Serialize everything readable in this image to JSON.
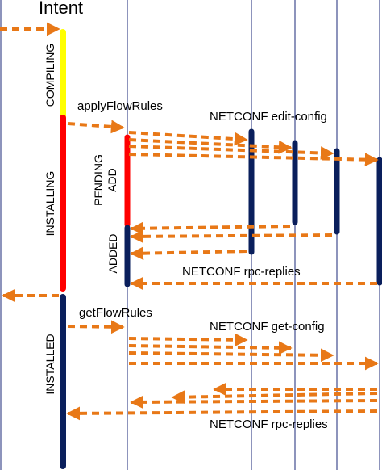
{
  "title": "Intent",
  "colors": {
    "lifeline": "#1b2a7a",
    "bar_navy": "#0a1f5c",
    "compiling": "#ffff00",
    "installing": "#ff0000",
    "pending": "#ff0000",
    "arrow": "#e87817"
  },
  "phases": {
    "compiling": "COMPILING",
    "installing": "INSTALLING",
    "installed": "INSTALLED",
    "pending_line1": "PENDING",
    "pending_line2": "ADD",
    "added": "ADDED"
  },
  "messages": {
    "apply": "applyFlowRules",
    "edit_config": "NETCONF edit-config",
    "rpc_replies_1": "NETCONF rpc-replies",
    "get": "getFlowRules",
    "get_config": "NETCONF get-config",
    "rpc_replies_2": "NETCONF rpc-replies"
  }
}
